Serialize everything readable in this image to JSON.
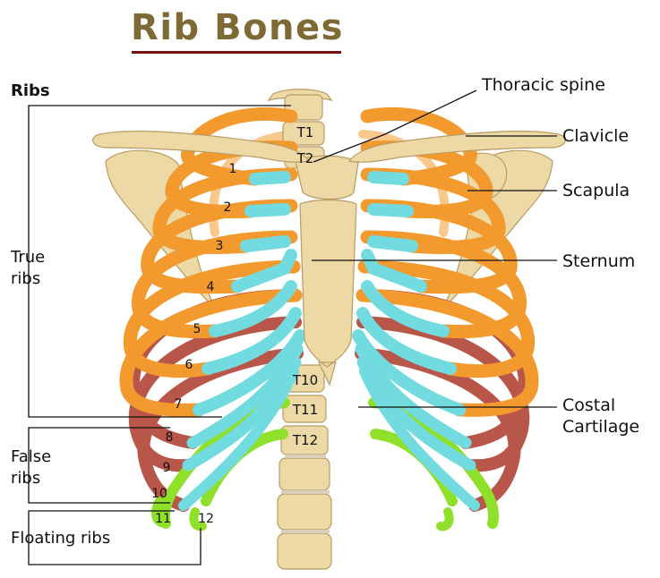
{
  "title": "Rib Bones",
  "labels": {
    "ribs_heading": "Ribs",
    "thoracic_spine": "Thoracic spine",
    "clavicle": "Clavicle",
    "scapula": "Scapula",
    "sternum": "Sternum",
    "costal_cartilage_line1": "Costal",
    "costal_cartilage_line2": "Cartilage",
    "true_ribs_line1": "True",
    "true_ribs_line2": "ribs",
    "false_ribs_line1": "False",
    "false_ribs_line2": "ribs",
    "floating_ribs": "Floating ribs"
  },
  "vertebrae": [
    "T1",
    "T2",
    "T10",
    "T11",
    "T12"
  ],
  "rib_numbers": [
    "1",
    "2",
    "3",
    "4",
    "5",
    "6",
    "7",
    "8",
    "9",
    "10",
    "11",
    "12"
  ],
  "colors": {
    "title": "#7d6a34",
    "title_underline": "#7a0f12",
    "true_rib": "#f39a2e",
    "false_rib": "#b9564a",
    "floating_rib": "#8ee02a",
    "cartilage": "#72dbe0",
    "bone": "#ecd9a6"
  }
}
